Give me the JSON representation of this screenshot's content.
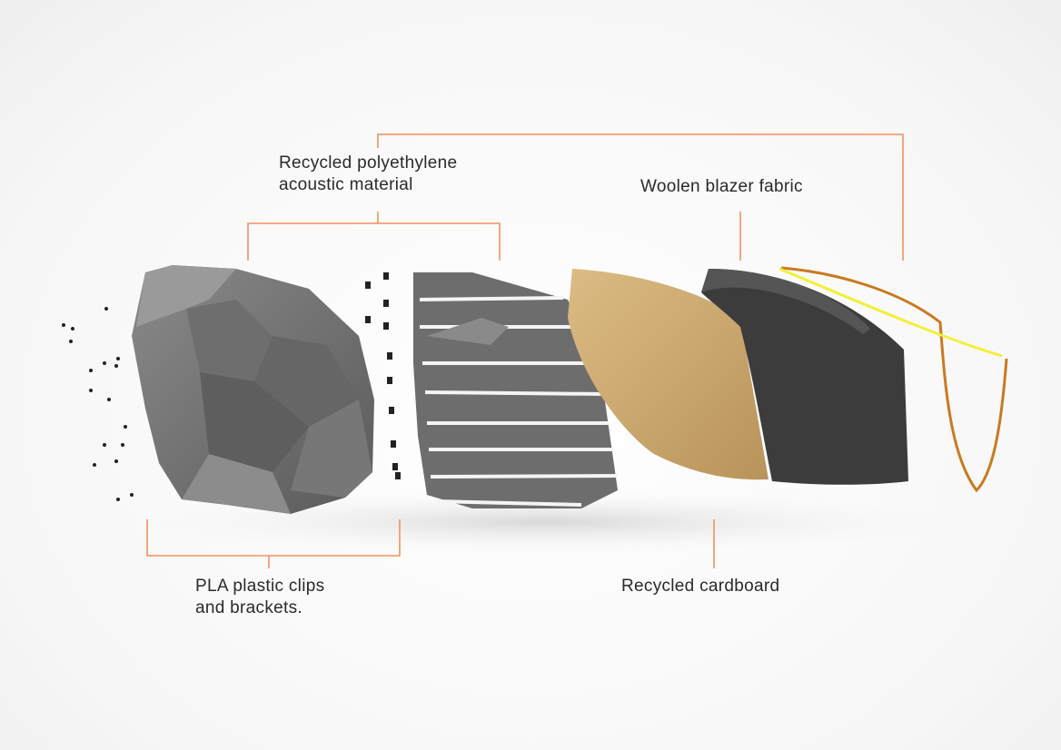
{
  "labels": {
    "acoustic": [
      "Recycled polyethylene",
      "acoustic material"
    ],
    "woolen": "Woolen blazer fabric",
    "pla": [
      "PLA plastic clips",
      "and brackets."
    ],
    "cardboard": "Recycled cardboard"
  },
  "colors": {
    "leader_line": "#f3905f",
    "shell_grey": "#707070",
    "cardboard": "#c9a66b",
    "fabric": "#3a3a3a",
    "trim_yellow": "#f2f03a",
    "trim_orange": "#c97a20"
  }
}
